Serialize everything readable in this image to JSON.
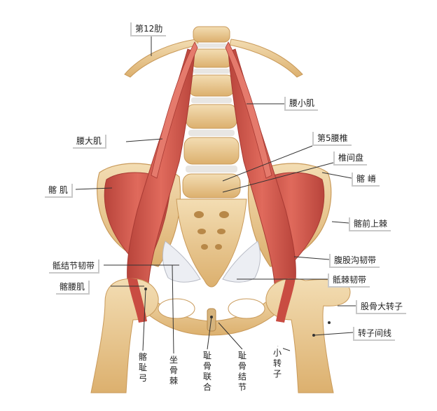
{
  "colors": {
    "bone": "#e9c68c",
    "bone_light": "#f3ddb3",
    "bone_dark": "#c99a5a",
    "muscle": "#d9564c",
    "muscle_dark": "#a83a33",
    "muscle_light": "#f08a7c",
    "disc": "#e8e6e3",
    "ligament": "#eceef3",
    "leader": "#333333"
  },
  "labels": {
    "rib12": "第12肋",
    "psoas_minor": "腰小肌",
    "psoas_major": "腰大肌",
    "l5": "第5腰椎",
    "disc": "椎间盘",
    "iliac_crest": "髂 嵴",
    "iliacus": "髂 肌",
    "asis": "髂前上棘",
    "sacrotuberous": "骶结节韧带",
    "inguinal": "腹股沟韧带",
    "iliopsoas": "髂腰肌",
    "sacrospinous": "骶棘韧带",
    "greater_trochanter": "股骨大转子",
    "intertrochanteric": "转子间线",
    "iliopubic_arc": "髂耻弓",
    "ischial_spine": "坐骨棘",
    "pubic_symphysis": "耻骨联合",
    "pubic_tubercle": "耻骨结节",
    "lesser_trochanter": "小转子"
  }
}
